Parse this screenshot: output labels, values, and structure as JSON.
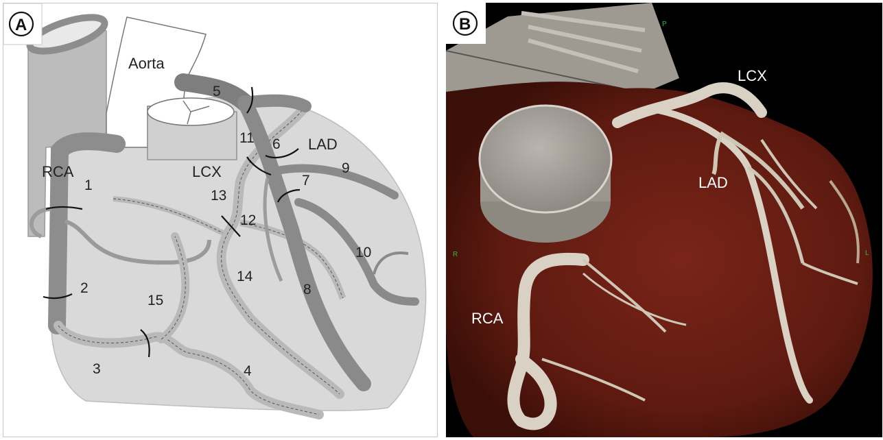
{
  "panel_a": {
    "letter": "A",
    "labels": {
      "aorta": "Aorta",
      "rca": "RCA",
      "lcx": "LCX",
      "lad": "LAD"
    },
    "segments": [
      "1",
      "2",
      "3",
      "4",
      "5",
      "6",
      "7",
      "8",
      "9",
      "10",
      "11",
      "12",
      "13",
      "14",
      "15"
    ]
  },
  "panel_b": {
    "letter": "B",
    "labels": {
      "lcx": "LCX",
      "lad": "LAD",
      "rca": "RCA"
    },
    "orientation": {
      "top": "P",
      "right": "L",
      "left": "R"
    }
  },
  "colors": {
    "heart_fill": "#d7d7d7",
    "artery_dark": "#8c8c8c",
    "artery_light": "#b9b9b9",
    "myocardium": "#6e1f16",
    "vessel_render": "#d9d2c4"
  }
}
